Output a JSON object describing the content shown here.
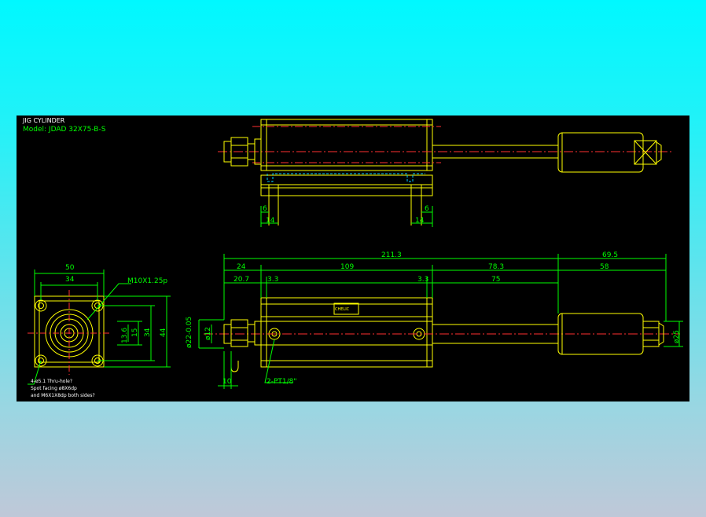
{
  "title_block": {
    "title": "JIG CYLINDER",
    "model": "Model: JDAD 32X75-B-S"
  },
  "top_view": {
    "dims": [
      "6",
      "14",
      "6",
      "14"
    ]
  },
  "front_view": {
    "dims": {
      "overall": "211.3",
      "rod_end": "69.5",
      "d24": "24",
      "d109": "109",
      "d78": "78.3",
      "d58": "58",
      "d20": "20.7",
      "d33a": "3.3",
      "d33b": "3.3",
      "d75": "75",
      "d10": "10",
      "dia12": "ø12",
      "dia22": "ø22-0.05",
      "dia25": "ø25"
    },
    "port_note": "2-PT1/8\"",
    "nameplate": "CHELIC"
  },
  "end_view": {
    "dims": {
      "d50": "50",
      "d34top": "34",
      "d136": "13.6",
      "d15": "15",
      "d34": "34",
      "d44": "44"
    },
    "thread": "M10X1.25p",
    "notes": [
      "4-ø5.1 Thru-hole?",
      "Spot facing ø8X6dp",
      "and M6X1X8dp both sides?"
    ]
  },
  "colors": {
    "outline": "#ffff00",
    "dimension": "#00ff00",
    "centerline": "#ff3030",
    "hidden": "#00d0ff",
    "sheet": "#000000"
  }
}
